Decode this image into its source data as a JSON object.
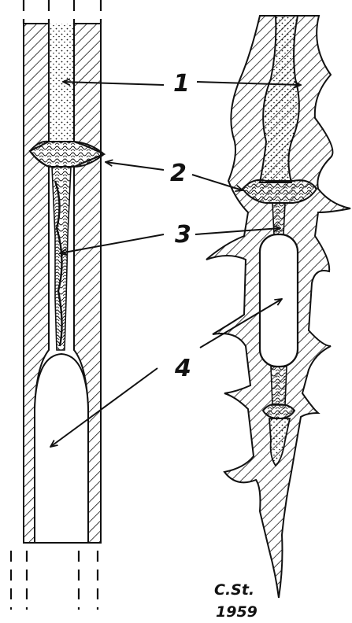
{
  "labels": {
    "l1": "1",
    "l2": "2",
    "l3": "3",
    "l4": "4"
  },
  "signature": {
    "name": "C.St.",
    "year": "1959"
  },
  "colors": {
    "ink": "#111111",
    "paper": "#ffffff"
  }
}
